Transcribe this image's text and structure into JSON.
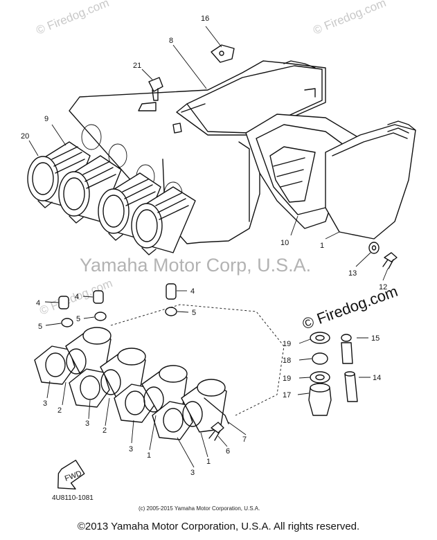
{
  "watermarks": {
    "main": "Yamaha Motor Corp, U.S.A.",
    "firedog_large": "© Firedog.com",
    "firedog_faint": "© Firedog.com"
  },
  "part_code": "4U8110-1081",
  "small_copyright": "(c) 2005-2015 Yamaha Motor Corporation, U.S.A.",
  "fwd_label": "FWD",
  "footer": "©2013 Yamaha Motor Corporation, U.S.A. All rights reserved.",
  "callouts": {
    "c16": "16",
    "c8": "8",
    "c21": "21",
    "c9": "9",
    "c20": "20",
    "c10": "10",
    "c1_top": "1",
    "c13": "13",
    "c12": "12",
    "c4a": "4",
    "c4b": "4",
    "c4c": "4",
    "c5a": "5",
    "c5b": "5",
    "c5c": "5",
    "c15": "15",
    "c19a": "19",
    "c18": "18",
    "c19b": "19",
    "c14": "14",
    "c17": "17",
    "c3a": "3",
    "c2a": "2",
    "c3b": "3",
    "c2b": "2",
    "c3c": "3",
    "c1a": "1",
    "c3d": "3",
    "c1b": "1",
    "c6": "6",
    "c7": "7"
  }
}
